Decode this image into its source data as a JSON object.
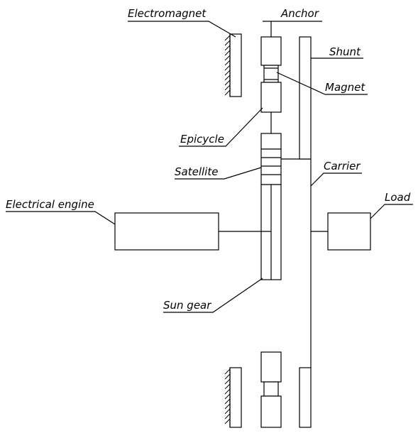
{
  "labels": {
    "electromagnet": "Electromagnet",
    "anchor": "Anchor",
    "shunt": "Shunt",
    "magnet": "Magnet",
    "epicycle": "Epicycle",
    "satellite": "Satellite",
    "carrier": "Carrier",
    "electrical_engine": "Electrical engine",
    "load": "Load",
    "sun_gear": "Sun gear"
  }
}
